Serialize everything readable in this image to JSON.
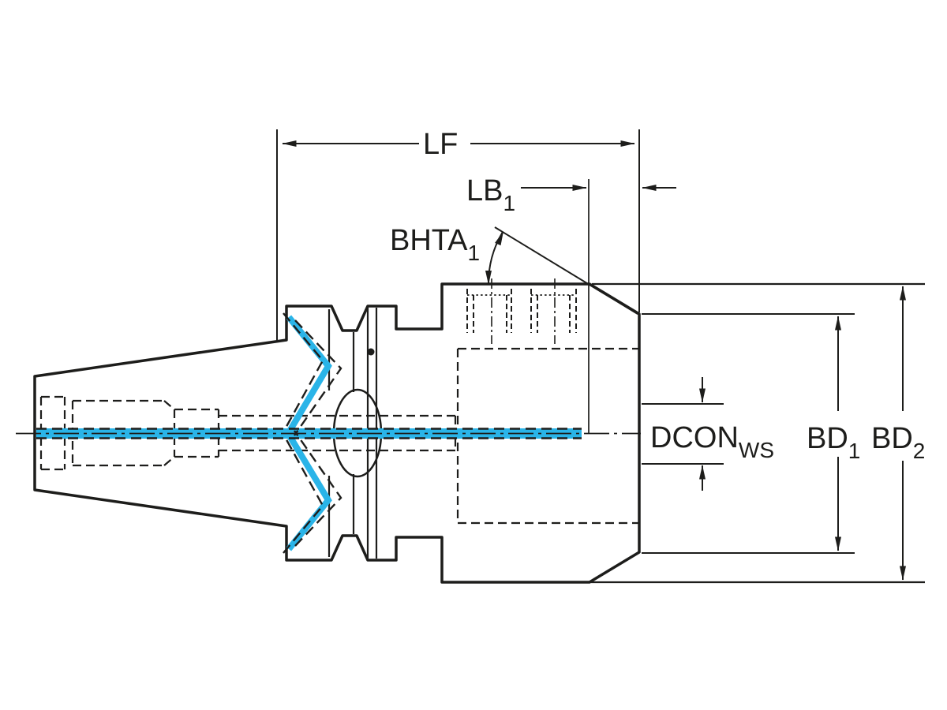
{
  "drawing": {
    "kind": "dimensional line drawing of a machine tool holder, side view"
  },
  "labels": {
    "lf": {
      "base": "LF",
      "sub": ""
    },
    "lb1": {
      "base": "LB",
      "sub": "1"
    },
    "bhta1": {
      "base": "BHTA",
      "sub": "1"
    },
    "dcon": {
      "base": "DCON",
      "sub": "WS"
    },
    "bd1": {
      "base": "BD",
      "sub": "1"
    },
    "bd2": {
      "base": "BD",
      "sub": "2"
    }
  },
  "colors": {
    "background": "#ffffff",
    "body_fill": "#b0c3d1",
    "coolant": "#2ab4e8",
    "line": "#1d1d1b"
  }
}
